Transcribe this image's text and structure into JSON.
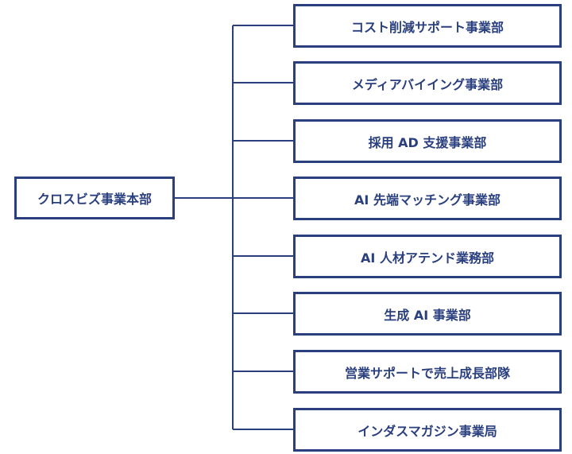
{
  "diagram": {
    "root": {
      "label": "クロスビズ事業本部"
    },
    "departments": [
      {
        "label": "コスト削減サポート事業部"
      },
      {
        "label": "メディアバイイング事業部"
      },
      {
        "label": "採用 AD 支援事業部"
      },
      {
        "label": "AI 先端マッチング事業部"
      },
      {
        "label": "AI 人材アテンド業務部"
      },
      {
        "label": "生成 AI 事業部"
      },
      {
        "label": "営業サポートで売上成長部隊"
      },
      {
        "label": "インダスマガジン事業局"
      }
    ],
    "colors": {
      "line": "#2a3f7e",
      "text": "#2a3f7e",
      "background": "#ffffff"
    }
  }
}
